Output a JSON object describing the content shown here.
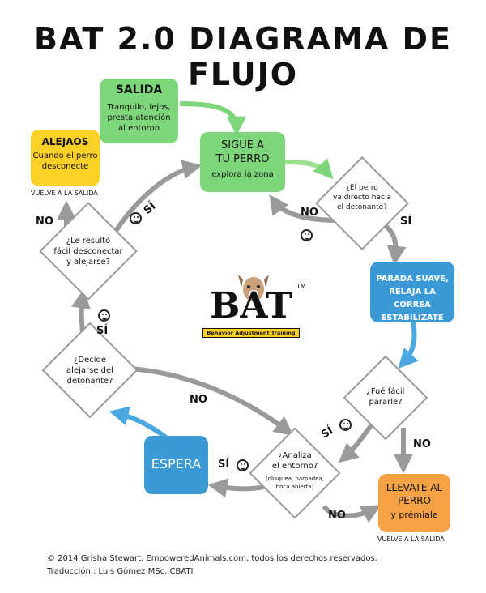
{
  "title": "BAT 2.0  DIAGRAMA DE FLUJO",
  "colors": {
    "green": "#7ed67a",
    "yellow": "#fbd128",
    "blue": "#3b9ad6",
    "orange": "#f6a245",
    "gray": "#9a9a9a",
    "lightgreen": "#9be08d",
    "arrowblue": "#4aa7df"
  },
  "nodes": {
    "salida": {
      "title": "SALIDA",
      "text": [
        "Tranquilo, lejos,",
        "presta atención",
        "al entorno"
      ]
    },
    "sigue": {
      "title": [
        "SIGUE A",
        "TU PERRO"
      ],
      "text": "explora la zona"
    },
    "alejaos": {
      "title": "ALEJAOS",
      "text": [
        "Cuando el perro",
        "desconecte"
      ],
      "footer": "VUELVE A LA SALIDA"
    },
    "directo": {
      "text": [
        "¿El perro",
        "va directo hacia",
        "el detonante?"
      ]
    },
    "resulto": {
      "text": [
        "¿Le resultó",
        "fácil desconectar",
        "y alejarse?"
      ]
    },
    "parada": {
      "text": [
        "PARADA SUAVE,",
        "RELAJA LA CORREA",
        "ESTABILIZATE"
      ]
    },
    "decide": {
      "text": [
        "¿Decide",
        "alejarse del",
        "detonante?"
      ]
    },
    "fue": {
      "text": [
        "¿Fué fácil",
        "pararle?"
      ]
    },
    "espera": {
      "text": "ESPERA"
    },
    "analiza": {
      "text": [
        "¿Analiza",
        "el entorno?"
      ],
      "sub": [
        "(olisquea, parpadea,",
        "boca abierta)"
      ]
    },
    "llevate": {
      "title": [
        "LLEVATE AL",
        "PERRO"
      ],
      "text": "y prémiale",
      "footer": "VUELVE A LA SALIDA"
    }
  },
  "labels": {
    "si": "SÍ",
    "no": "NO"
  },
  "logo": {
    "letters": "BAT",
    "tm": "TM",
    "subtitle": "Behavior Adjustment Training"
  },
  "footer": {
    "line1": "© 2014 Grisha Stewart, EmpoweredAnimals.com, todos los derechos reservados.",
    "line2": "Traducción : Luis Gómez MSc, CBATI"
  }
}
